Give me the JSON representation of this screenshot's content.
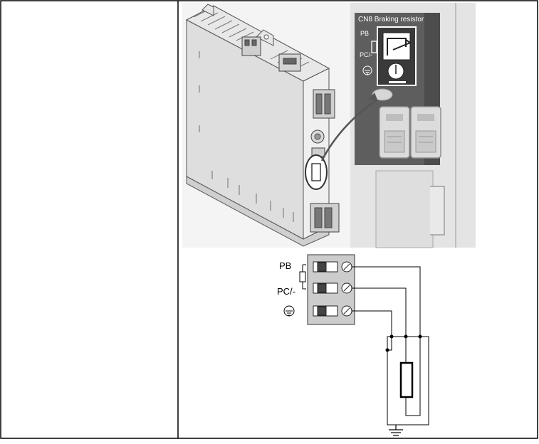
{
  "panel_title": "CN8 Braking resistor",
  "panel_labels": {
    "pb": "PB",
    "pc": "PC/-"
  },
  "wiring_labels": {
    "pb": "PB",
    "pc": "PC/-"
  },
  "colors": {
    "panel_dark": "#5e5e5e",
    "device_light": "#e6e6e6",
    "terminal_block": "#cccccc",
    "line": "#000000"
  },
  "icons": [
    "ground-symbol-icon",
    "earth-circle-icon",
    "switch-icon",
    "braking-resistor-icon"
  ]
}
